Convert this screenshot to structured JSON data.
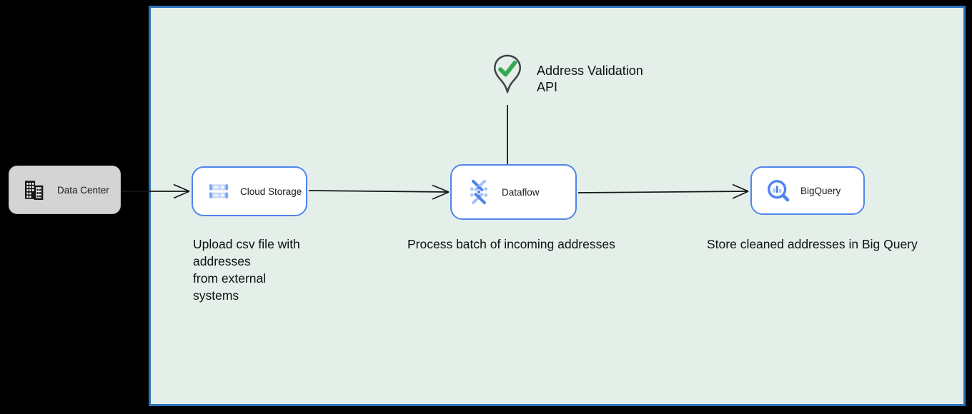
{
  "zone": {
    "name": "cloud-environment",
    "fill": "#e3efe8",
    "border_color": "#2a72b8"
  },
  "nodes": {
    "data_center": {
      "label": "Data Center",
      "icon": "building-icon",
      "fill": "#d4d4d4"
    },
    "cloud_storage": {
      "label": "Cloud Storage",
      "icon": "cloud-storage-icon",
      "border_color": "#4f85ec"
    },
    "dataflow": {
      "label": "Dataflow",
      "icon": "dataflow-icon",
      "border_color": "#4f85ec"
    },
    "bigquery": {
      "label": "BigQuery",
      "icon": "bigquery-icon",
      "border_color": "#4f85ec"
    }
  },
  "annotations": {
    "address_validation": {
      "label": "Address Validation\nAPI",
      "icon": "map-pin-check-icon",
      "check_color": "#35a854"
    },
    "caption_cloud_storage": "Upload csv file with\naddresses\nfrom external\nsystems",
    "caption_dataflow": "Process batch of incoming addresses",
    "caption_bigquery": "Store cleaned addresses in Big Query"
  },
  "connectors": [
    {
      "from": "data-center",
      "to": "cloud-storage",
      "style": "open-arrow"
    },
    {
      "from": "cloud-storage",
      "to": "dataflow",
      "style": "open-arrow"
    },
    {
      "from": "dataflow",
      "to": "bigquery",
      "style": "open-arrow"
    },
    {
      "from": "address-validation-api",
      "to": "dataflow",
      "style": "plain-line"
    }
  ],
  "colors": {
    "icon_blue": "#4f85ec",
    "icon_blue_light": "#a6c4f7",
    "check_green": "#35a854",
    "line_black": "#141414"
  }
}
